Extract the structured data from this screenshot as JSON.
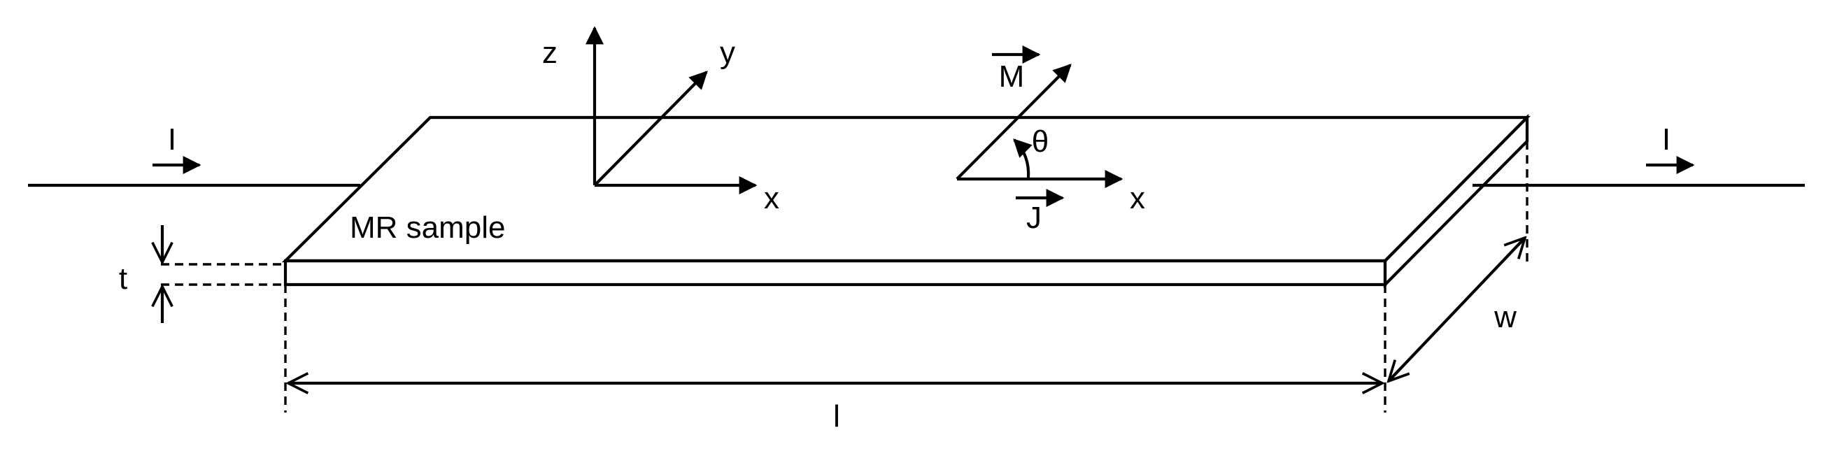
{
  "labels": {
    "current_left": "I",
    "current_right": "I",
    "axis_z": "z",
    "axis_y": "y",
    "axis_x_sample": "x",
    "axis_x_inset": "x",
    "magnetization": "M",
    "angle": "θ",
    "current_density": "J",
    "sample_name": "MR sample",
    "thickness": "t",
    "width": "w",
    "length": "l"
  },
  "colors": {
    "stroke": "#000000",
    "background": "#ffffff"
  }
}
